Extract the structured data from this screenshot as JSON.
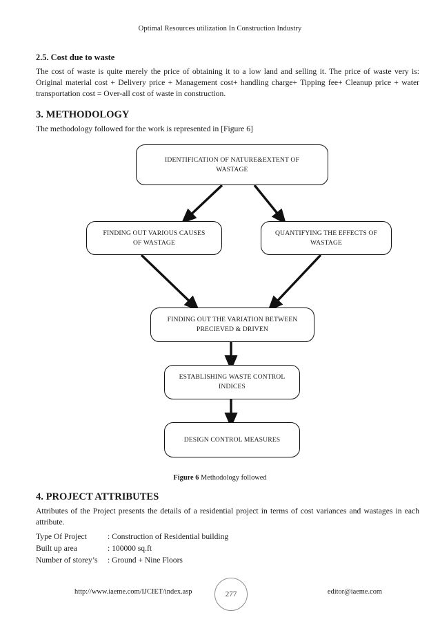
{
  "running_head": "Optimal Resources utilization In Construction Industry",
  "sections": {
    "cost_waste": {
      "heading": "2.5. Cost due to waste",
      "paragraph": "The cost of waste is quite merely the price of obtaining it to a low land and selling it. The price of waste very is: Original material cost + Delivery price + Management cost+ handling charge+ Tipping fee+ Cleanup price + water transportation cost = Over-all cost of waste in construction."
    },
    "methodology": {
      "heading": "3. METHODOLOGY",
      "paragraph": "The methodology followed for the work is represented in [Figure 6]"
    },
    "attributes": {
      "heading": "4. PROJECT ATTRIBUTES",
      "paragraph": "Attributes of the Project presents the details of a residential project in terms of cost variances and wastages in each attribute.",
      "rows": [
        {
          "key": "Type Of Project",
          "value": ": Construction of Residential building"
        },
        {
          "key": "Built up area",
          "value": ": 100000 sq.ft"
        },
        {
          "key": "Number of storey’s",
          "value": ": Ground + Nine Floors"
        }
      ]
    }
  },
  "figure": {
    "caption_label": "Figure 6",
    "caption_text": " Methodology followed",
    "boxes": [
      {
        "line1": "IDENTIFICATION OF NATURE&EXTENT OF",
        "line2": "WASTAGE"
      },
      {
        "line1": "FINDING OUT VARIOUS CAUSES",
        "line2": "OF WASTAGE"
      },
      {
        "line1": "QUANTIFYING THE EFFECTS OF",
        "line2": "WASTAGE"
      },
      {
        "line1": "FINDING OUT THE VARIATION BETWEEN",
        "line2": "PRECIEVED & DRIVEN"
      },
      {
        "line1": "ESTABLISHING WASTE CONTROL",
        "line2": "INDICES"
      },
      {
        "line1": "DESIGN CONTROL MEASURES",
        "line2": ""
      }
    ]
  },
  "footer": {
    "url": "http://www.iaeme.com/IJCIET/index.asp",
    "page_number": "277",
    "email": "editor@iaeme.com"
  },
  "colors": {
    "ink": "#111111",
    "page_bg": "#ffffff",
    "circle_stroke": "#8d8d8d"
  }
}
